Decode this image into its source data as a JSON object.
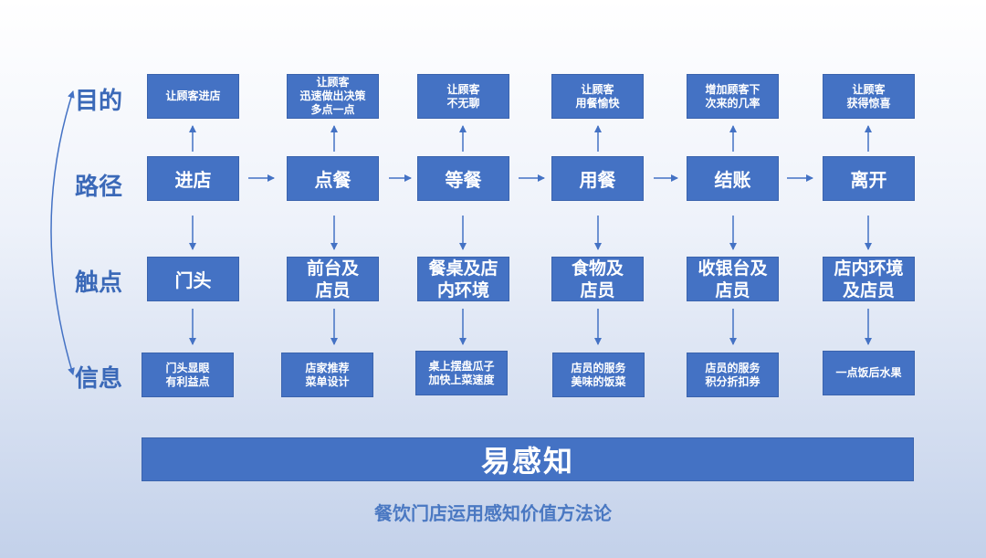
{
  "row_labels": [
    "目的",
    "路径",
    "触点",
    "信息"
  ],
  "stages": [
    {
      "purpose": "让顾客进店",
      "path": "进店",
      "touchpoint": "门头",
      "info": "门头显眼\n有利益点"
    },
    {
      "purpose": "让顾客\n迅速做出决策\n多点一点",
      "path": "点餐",
      "touchpoint": "前台及\n店员",
      "info": "店家推荐\n菜单设计"
    },
    {
      "purpose": "让顾客\n不无聊",
      "path": "等餐",
      "touchpoint": "餐桌及店\n内环境",
      "info": "桌上摆盘瓜子\n加快上菜速度"
    },
    {
      "purpose": "让顾客\n用餐愉快",
      "path": "用餐",
      "touchpoint": "食物及\n店员",
      "info": "店员的服务\n美味的饭菜"
    },
    {
      "purpose": "增加顾客下\n次来的几率",
      "path": "结账",
      "touchpoint": "收银台及\n店员",
      "info": "店员的服务\n积分折扣券"
    },
    {
      "purpose": "让顾客\n获得惊喜",
      "path": "离开",
      "touchpoint": "店内环境\n及店员",
      "info": "一点饭后水果"
    }
  ],
  "footer_title": "易感知",
  "subtitle": "餐饮门店运用感知价值方法论",
  "colors": {
    "box": "#4472c4",
    "label": "#3b69b8",
    "arrow": "#4472c4"
  }
}
